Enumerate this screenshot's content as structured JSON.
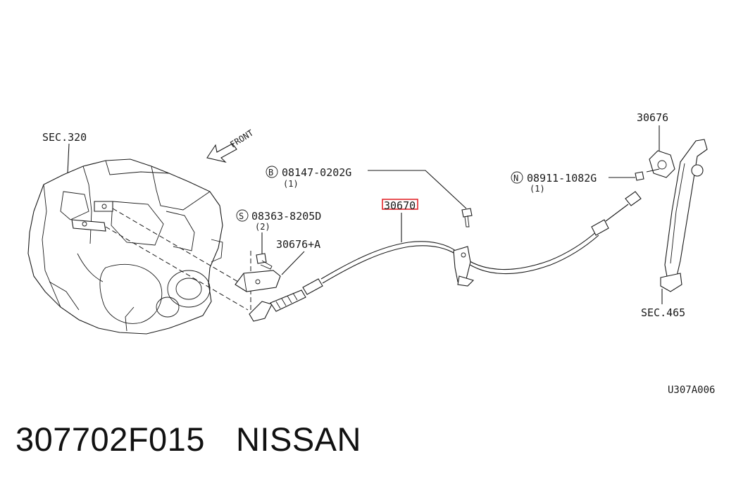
{
  "diagram": {
    "labels": {
      "sec320": "SEC.320",
      "front": "FRONT",
      "bolt_b_code": "B",
      "bolt_b_part": "08147-0202G",
      "bolt_b_qty": "(1)",
      "bolt_s_code": "S",
      "bolt_s_part": "08363-8205D",
      "bolt_s_qty": "(2)",
      "bracket_part": "30676+A",
      "cable_part": "30670",
      "nut_code": "N",
      "nut_part": "08911-1082G",
      "nut_qty": "(1)",
      "clip_part": "30676",
      "sec465": "SEC.465",
      "ref_code": "U307A006"
    },
    "highlight_color": "#e3262b"
  },
  "footer": {
    "part_number": "307702F015",
    "brand": "NISSAN"
  }
}
